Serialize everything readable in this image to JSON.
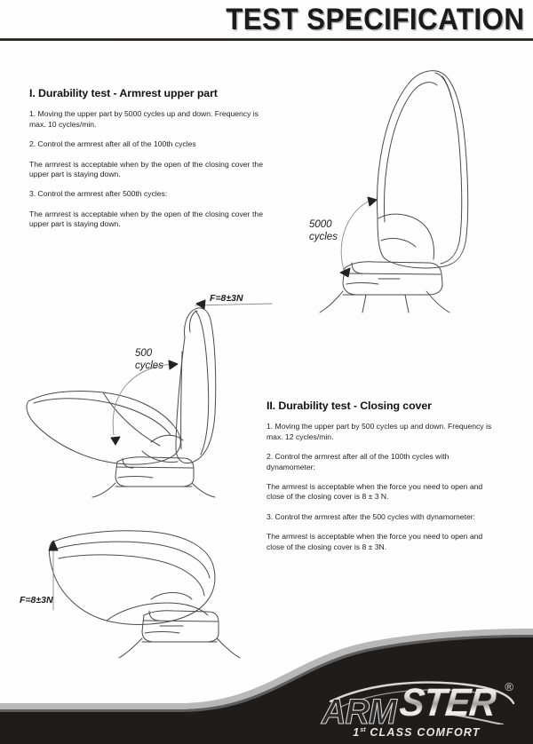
{
  "header": {
    "title": "TEST SPECIFICATION"
  },
  "section_1": {
    "heading": "I. Durability test - Armrest upper part",
    "paragraphs": [
      "1.  Moving the upper part by 5000 cycles up and down. Frequency is max. 10 cycles/min.",
      "2.  Control the armrest after all of the 100th cycles",
      "The armrest is acceptable when by the open of the closing cover the upper part is staying down.",
      "3.  Control the armrest after 500th cycles:",
      "The armrest is acceptable when by the open of the closing cover the upper part is staying down."
    ]
  },
  "section_2": {
    "heading": "II. Durability test - Closing cover",
    "paragraphs": [
      "1.  Moving the upper part by 500 cycles up and down. Frequency is max. 12 cycles/min.",
      "2.  Control the armrest after all of the 100th cycles with dynamometer:",
      "The armrest is acceptable when the force you need to open and close of the closing cover is 8 ± 3 N.",
      "3. Control the armrest after the 500 cycles with dynamometer:",
      "The armrest is acceptable when the force you need to open and close of the closing cover is 8 ± 3N."
    ]
  },
  "annotations": {
    "cycles_upper": "5000\ncycles",
    "cycles_upper_line1": "5000",
    "cycles_upper_line2": "cycles",
    "cycles_cover_line1": "500",
    "cycles_cover_line2": "cycles",
    "force_top": "F=8±3N",
    "force_bottom": "F=8±3N"
  },
  "footer": {
    "brand_part1": "ARM",
    "brand_part2": "STER",
    "registered": "®",
    "tagline_prefix": "1",
    "tagline_sup": "st",
    "tagline_rest": "CLASS COMFORT"
  },
  "colors": {
    "page_background": "#fefefe",
    "text": "#232323",
    "rule": "#17140f",
    "footer_band": "#1f1d1c",
    "footer_stripe": "#b8b8b8",
    "line_art": "#4a4a4a"
  }
}
